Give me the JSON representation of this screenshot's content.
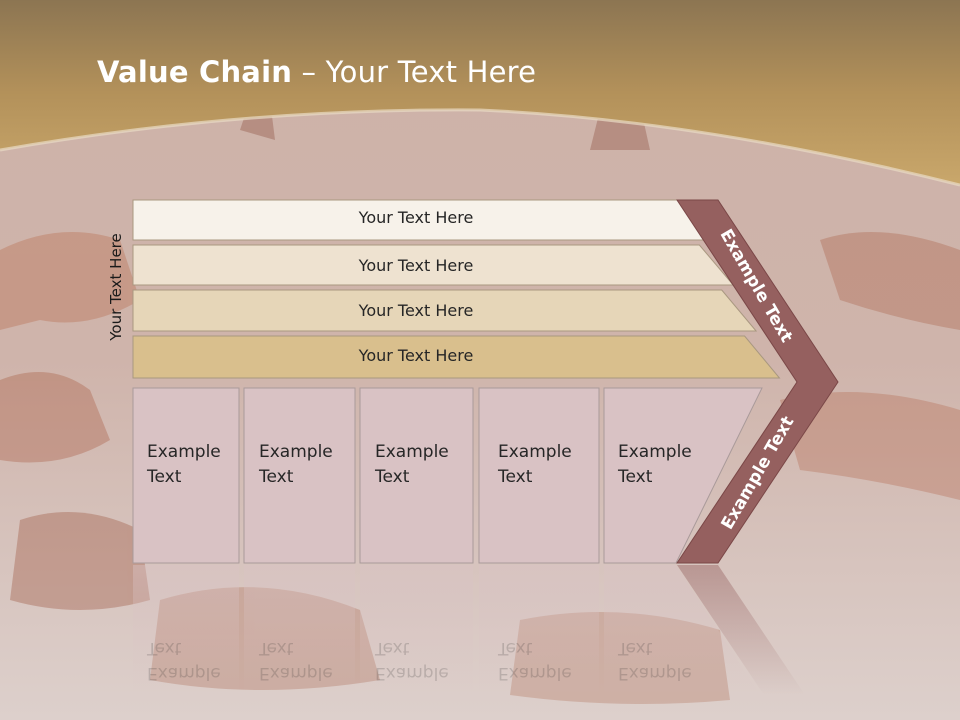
{
  "title": {
    "bold": "Value Chain",
    "rest": " – Your Text Here"
  },
  "side_label": "Your Text Here",
  "bars": [
    {
      "label": "Your Text Here",
      "fill": "#f7f2ea"
    },
    {
      "label": "Your Text Here",
      "fill": "#eee2d0"
    },
    {
      "label": "Your Text Here",
      "fill": "#e6d6b8"
    },
    {
      "label": "Your Text Here",
      "fill": "#d9bf8d"
    }
  ],
  "cells": [
    {
      "line1": "Example",
      "line2": "Text"
    },
    {
      "line1": "Example",
      "line2": "Text"
    },
    {
      "line1": "Example",
      "line2": "Text"
    },
    {
      "line1": "Example",
      "line2": "Text"
    },
    {
      "line1": "Example",
      "line2": "Text"
    }
  ],
  "chevron": {
    "upper": "Example Text",
    "lower": "Example Text",
    "fill": "#95605f"
  },
  "colors": {
    "header_band": "#bf9a5a",
    "cell_fill": "#d9c2c4",
    "background": "#d6c1bb"
  }
}
